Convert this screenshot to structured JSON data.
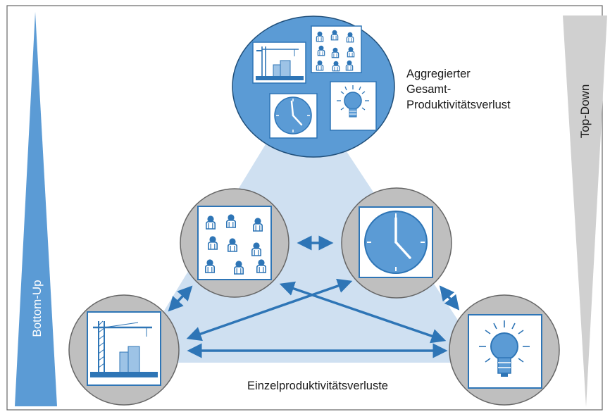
{
  "diagram": {
    "top_label_lines": [
      "Aggregierter",
      "Gesamt-",
      "Produktivitätsverlust"
    ],
    "bottom_label": "Einzelproduktivitätsverluste",
    "left_wedge_label": "Bottom-Up",
    "right_wedge_label": "Top-Down"
  },
  "colors": {
    "blue": "#5b9bd5",
    "dark_blue": "#2e75b6",
    "triangle": "#cfe0f1",
    "circle_gray": "#bfbfbf",
    "right_wedge": "#d0d0d0"
  },
  "icons": {
    "aggregate": [
      "crane-icon",
      "workers-icon",
      "clock-icon",
      "lightbulb-icon"
    ],
    "nodes": [
      "workers-icon",
      "clock-icon",
      "crane-icon",
      "lightbulb-icon"
    ]
  }
}
